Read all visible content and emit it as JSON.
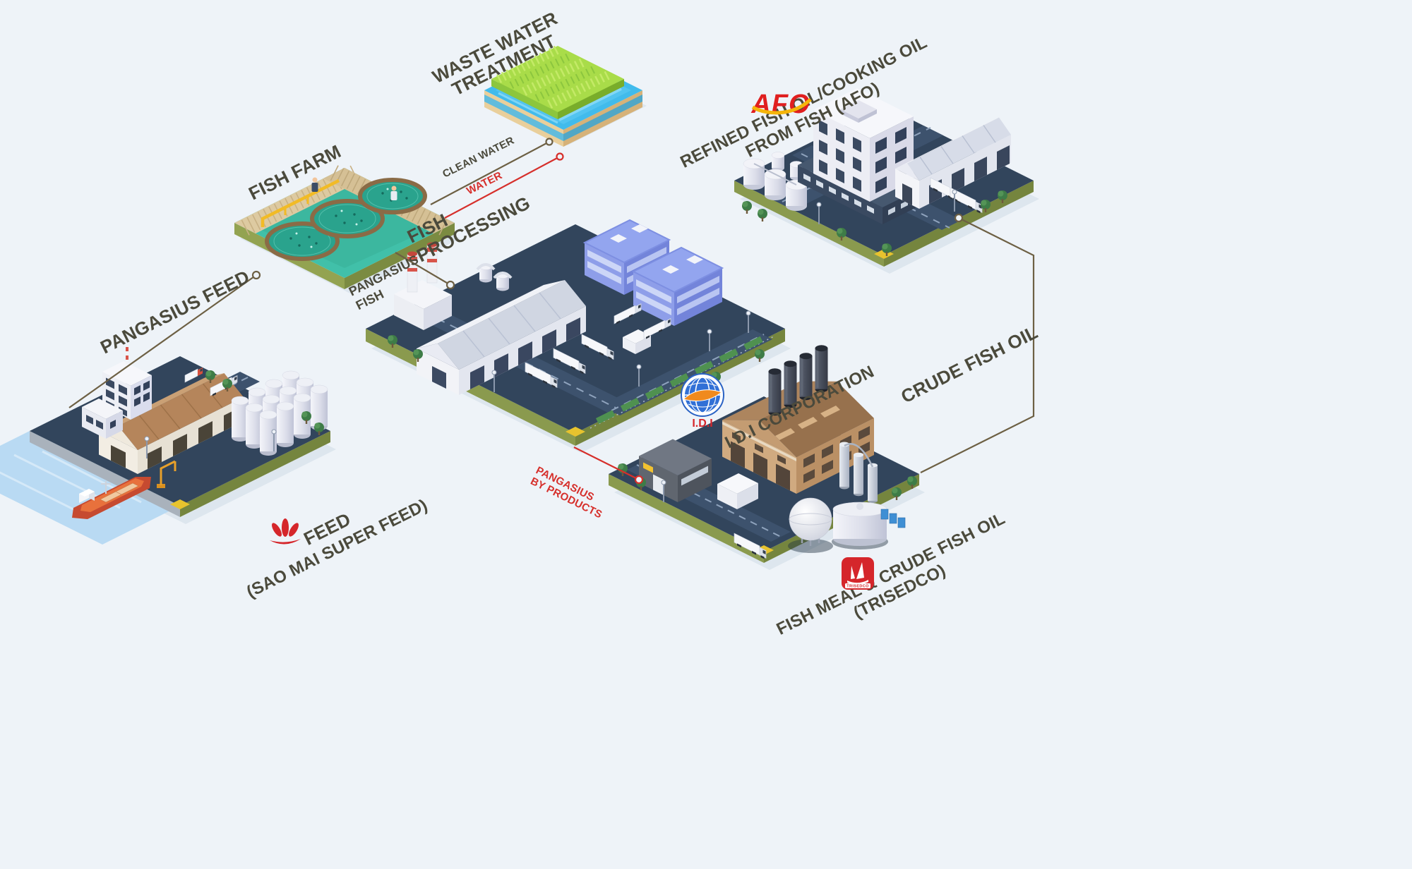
{
  "colors": {
    "background": "#eef3f8",
    "platform_top": "#32455c",
    "platform_side_green": "#8a9a4e",
    "label_text": "#4b4a3c",
    "flow_line": "#6d6044",
    "flow_red": "#d62f2b",
    "farm_teal": "#41c0a9",
    "water_blue": "#41bbec",
    "grass_green": "#a9dc49",
    "afo_red": "#e01f1f",
    "afo_yellow": "#f5b50a",
    "idi_blue": "#3170d6",
    "idi_orange": "#f08a1e",
    "trisedco_red": "#d5262b"
  },
  "nodes": {
    "waste_water": {
      "label_line1": "WASTE WATER",
      "label_line2": "TREATMENT"
    },
    "fish_farm": {
      "label": "FISH FARM"
    },
    "afo": {
      "logo": "AFO",
      "label_line1": "REFINED FISH OIL/COOKING OIL",
      "label_line2": "FROM FISH (AFO)"
    },
    "processing": {
      "label_line1": "FISH",
      "label_line2": "PROCESSING"
    },
    "feed": {
      "label_line1": "FEED",
      "label_line2": "(SAO MAI SUPER FEED)"
    },
    "fishmeal": {
      "logo_text": "TRISEDCO",
      "label_line1": "FISH MEAL & CRUDE FISH OIL",
      "label_line2": "(TRISEDCO)"
    },
    "idi": {
      "logo": "I.D.I",
      "label": "I.D.I CORPORATION"
    }
  },
  "flows": {
    "pangasius_feed": {
      "label": "PANGASIUS FEED"
    },
    "pangasius_fish": {
      "label_line1": "PANGASIUS",
      "label_line2": "FISH"
    },
    "clean_water": {
      "label": "CLEAN WATER"
    },
    "water": {
      "label": "WATER"
    },
    "byproducts": {
      "label_line1": "PANGASIUS",
      "label_line2": "BY PRODUCTS"
    },
    "crude_fish_oil": {
      "label": "CRUDE FISH OIL"
    }
  }
}
